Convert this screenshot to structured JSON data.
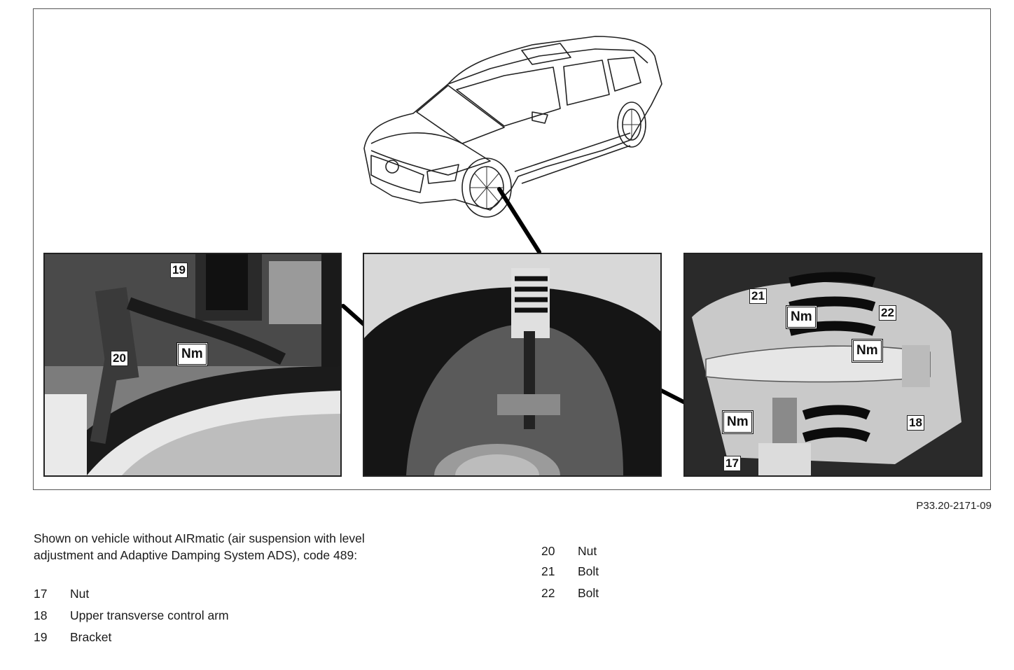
{
  "figure": {
    "reference": "P33.20-2171-09",
    "callouts": {
      "left": [
        "19",
        "20"
      ],
      "right": [
        "21",
        "22",
        "18",
        "17"
      ]
    },
    "torque_symbol": "Nm"
  },
  "caption": "Shown on vehicle without AIRmatic (air suspension with level adjustment and Adaptive Damping System ADS), code 489:",
  "legend_left": [
    {
      "num": "17",
      "label": "Nut"
    },
    {
      "num": "18",
      "label": "Upper transverse control arm"
    },
    {
      "num": "19",
      "label": "Bracket"
    }
  ],
  "legend_right": [
    {
      "num": "20",
      "label": "Nut"
    },
    {
      "num": "21",
      "label": "Bolt"
    },
    {
      "num": "22",
      "label": "Bolt"
    }
  ]
}
